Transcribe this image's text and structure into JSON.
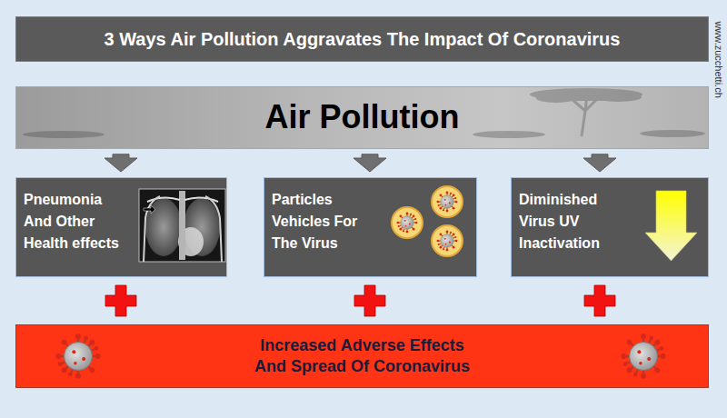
{
  "diagram": {
    "title": "3 Ways Air Pollution Aggravates The Impact Of Coronavirus",
    "nodes": [
      {
        "text": [
          "Air Pollution"
        ]
      },
      {
        "text": [
          "Pneumonia And Other Health effects"
        ]
      },
      {
        "text": [
          "Particles Vehicles For The Virus"
        ]
      },
      {
        "text": [
          "Diminished Virus UV Inactivation"
        ]
      },
      {
        "text": [
          "Increased Adverse Effects And Spread Of Coronavirus"
        ]
      }
    ],
    "edges": [
      {
        "from": 0,
        "to": 1,
        "arrow": "to"
      },
      {
        "from": 0,
        "to": 2,
        "arrow": "to"
      },
      {
        "from": 0,
        "to": 3,
        "arrow": "to"
      }
    ],
    "labels": [
      "www.zucchetti.ch"
    ]
  }
}
